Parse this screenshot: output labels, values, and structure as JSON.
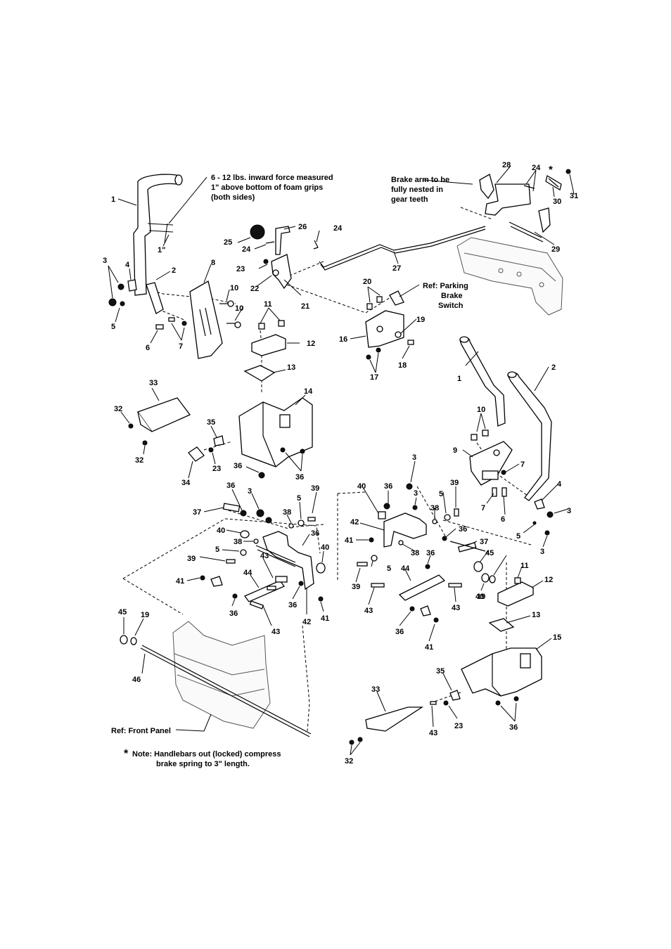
{
  "diagram": {
    "notes": {
      "force_line1": "6 - 12 lbs. inward force measured",
      "force_line2": "1\" above bottom of foam grips",
      "force_line3": "(both sides)",
      "one_inch": "1\"",
      "brake_line1": "Brake arm to be",
      "brake_line2": "fully nested in",
      "brake_line3": "gear teeth",
      "asterisk": "*",
      "ref_parking1": "Ref: Parking",
      "ref_parking2": "Brake",
      "ref_parking3": "Switch",
      "ref_front_panel": "Ref: Front Panel",
      "footnote_star": "*",
      "footnote_line1": "Note: Handlebars out (locked) compress",
      "footnote_line2": "brake spring to 3\" length."
    },
    "callouts": [
      "1",
      "2",
      "3",
      "4",
      "5",
      "6",
      "7",
      "8",
      "10",
      "10",
      "11",
      "12",
      "13",
      "14",
      "16",
      "17",
      "18",
      "19",
      "20",
      "21",
      "22",
      "23",
      "24",
      "24",
      "25",
      "26",
      "27",
      "28",
      "24",
      "30",
      "31",
      "29",
      "33",
      "32",
      "32",
      "35",
      "23",
      "34",
      "36",
      "36",
      "1",
      "2",
      "10",
      "9",
      "7",
      "7",
      "6",
      "4",
      "3",
      "5",
      "3",
      "36",
      "3",
      "38",
      "5",
      "39",
      "37",
      "40",
      "38",
      "5",
      "39",
      "43",
      "41",
      "44",
      "36",
      "36",
      "36",
      "40",
      "42",
      "41",
      "43",
      "3",
      "40",
      "36",
      "3",
      "38",
      "5",
      "39",
      "42",
      "36",
      "41",
      "38",
      "37",
      "5",
      "36",
      "39",
      "44",
      "43",
      "43",
      "36",
      "41",
      "40",
      "45",
      "19",
      "11",
      "12",
      "13",
      "15",
      "35",
      "23",
      "33",
      "43",
      "36",
      "32",
      "45",
      "19",
      "46"
    ]
  }
}
